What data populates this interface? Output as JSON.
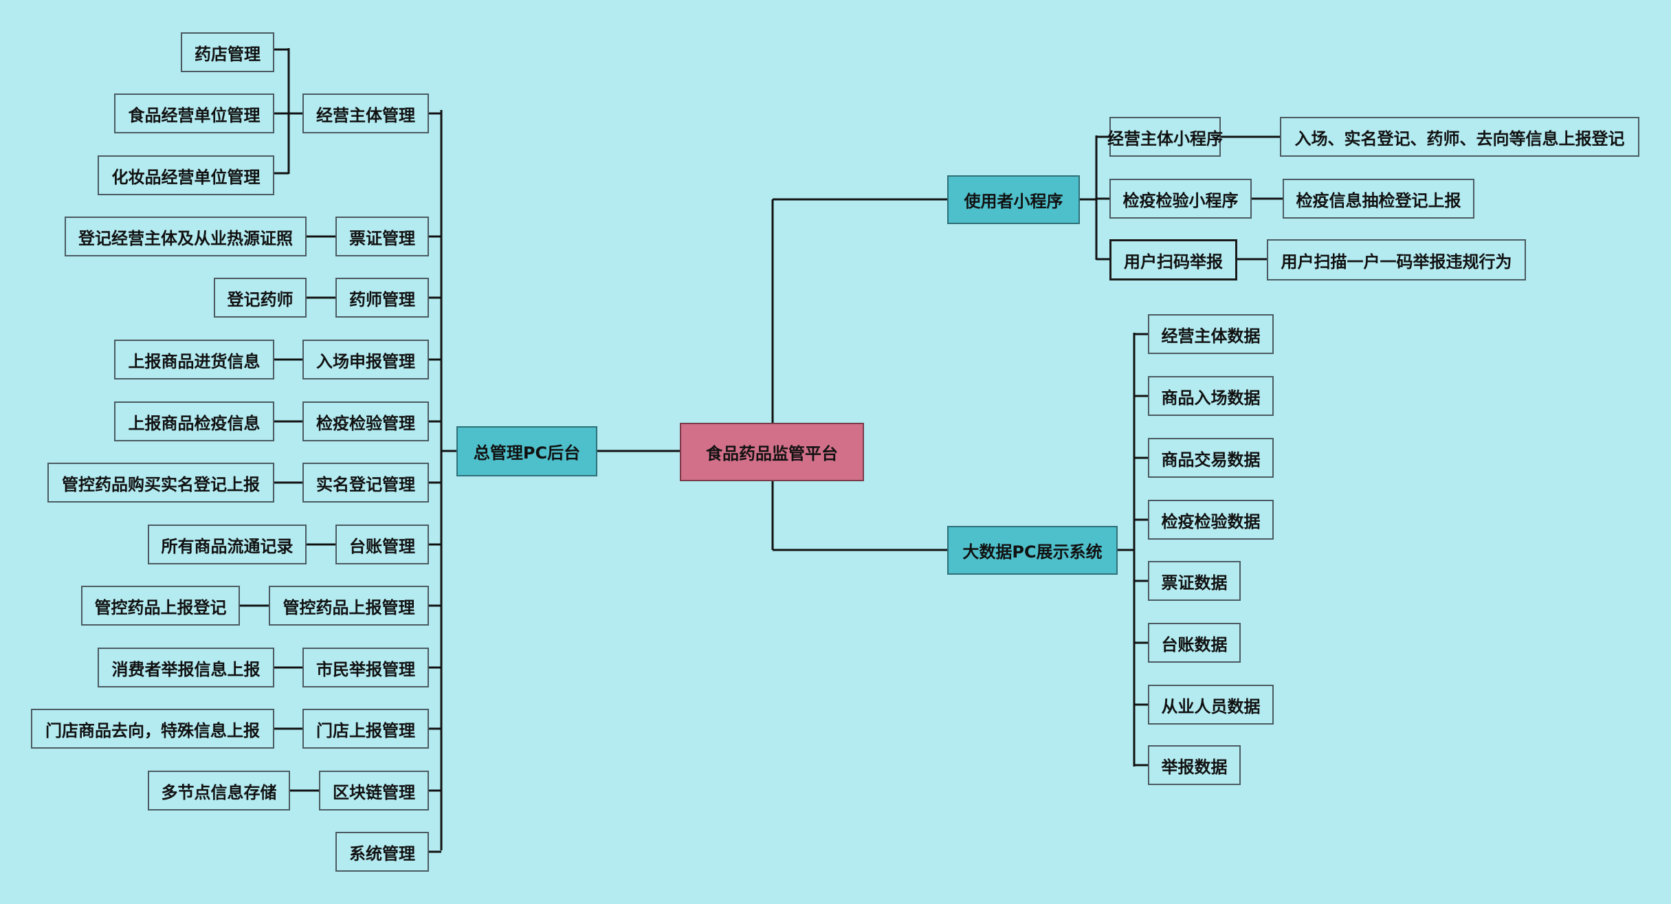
{
  "diagram": {
    "root": "食品药品监管平台",
    "admin": {
      "title": "总管理PC后台",
      "modules": [
        {
          "label": "经营主体管理",
          "details": [
            "药店管理",
            "食品经营单位管理",
            "化妆品经营单位管理"
          ]
        },
        {
          "label": "票证管理",
          "details": [
            "登记经营主体及从业热源证照"
          ]
        },
        {
          "label": "药师管理",
          "details": [
            "登记药师"
          ]
        },
        {
          "label": "入场申报管理",
          "details": [
            "上报商品进货信息"
          ]
        },
        {
          "label": "检疫检验管理",
          "details": [
            "上报商品检疫信息"
          ]
        },
        {
          "label": "实名登记管理",
          "details": [
            "管控药品购买实名登记上报"
          ]
        },
        {
          "label": "台账管理",
          "details": [
            "所有商品流通记录"
          ]
        },
        {
          "label": "管控药品上报管理",
          "details": [
            "管控药品上报登记"
          ]
        },
        {
          "label": "市民举报管理",
          "details": [
            "消费者举报信息上报"
          ]
        },
        {
          "label": "门店上报管理",
          "details": [
            "门店商品去向，特殊信息上报"
          ]
        },
        {
          "label": "区块链管理",
          "details": [
            "多节点信息存储"
          ]
        },
        {
          "label": "系统管理",
          "details": []
        }
      ]
    },
    "mini_program": {
      "title": "使用者小程序",
      "items": [
        {
          "label": "经营主体小程序",
          "detail": "入场、实名登记、药师、去向等信息上报登记"
        },
        {
          "label": "检疫检验小程序",
          "detail": "检疫信息抽检登记上报"
        },
        {
          "label": "用户扫码举报",
          "detail": "用户扫描一户一码举报违规行为"
        }
      ]
    },
    "bigdata": {
      "title": "大数据PC展示系统",
      "items": [
        "经营主体数据",
        "商品入场数据",
        "商品交易数据",
        "检疫检验数据",
        "票证数据",
        "台账数据",
        "从业人员数据",
        "举报数据"
      ]
    }
  },
  "colors": {
    "background": "#b3ebf1",
    "teal": "#4ec0cb",
    "pink": "#d2708a",
    "line": "#111111"
  }
}
